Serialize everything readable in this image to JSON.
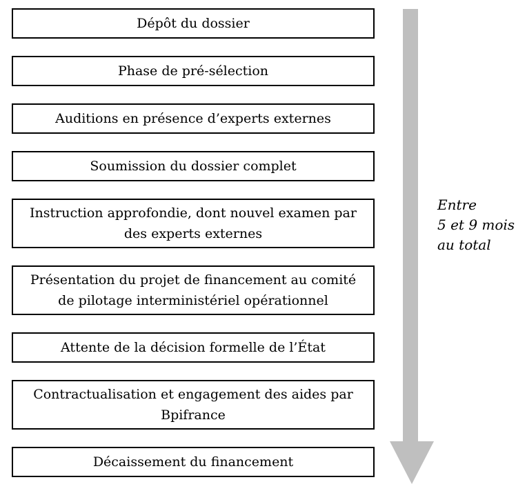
{
  "diagram": {
    "steps": [
      {
        "label": "Dépôt du dossier"
      },
      {
        "label": "Phase de pré-sélection"
      },
      {
        "label": "Auditions en présence d’experts externes"
      },
      {
        "label": "Soumission du dossier complet"
      },
      {
        "label": "Instruction approfondie, dont nouvel examen par des experts externes"
      },
      {
        "label": "Présentation du projet de financement au comité de pilotage interministériel opérationnel"
      },
      {
        "label": "Attente de la décision formelle de l’État"
      },
      {
        "label": "Contractualisation et engagement des aides par Bpifrance"
      },
      {
        "label": "Décaissement du financement"
      }
    ],
    "timeline": {
      "annotation_lines": [
        "Entre",
        "5 et 9 mois",
        "au total"
      ],
      "arrow_direction": "down",
      "arrow_color": "#bfbfbf"
    },
    "colors": {
      "box_border": "#000000",
      "text": "#000000",
      "background": "#ffffff"
    }
  }
}
